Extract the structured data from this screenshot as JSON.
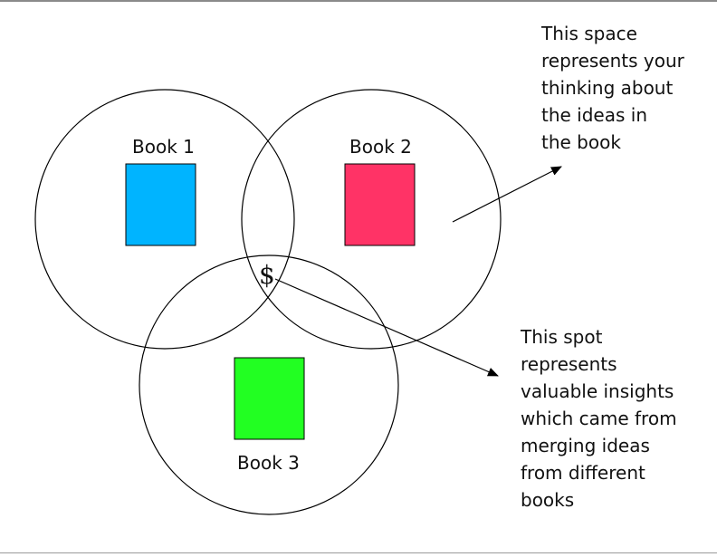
{
  "colors": {
    "book1": "#00b4ff",
    "book2": "#ff3366",
    "book3": "#22ff22",
    "stroke": "#000000"
  },
  "books": [
    {
      "label": "Book 1"
    },
    {
      "label": "Book 2"
    },
    {
      "label": "Book 3"
    }
  ],
  "insight_marker": "$",
  "notes": {
    "thinking_space": [
      "This space",
      "represents your",
      "thinking about",
      "the ideas in",
      "the book"
    ],
    "insight_spot": [
      "This spot",
      "represents",
      "valuable insights",
      "which came from",
      "merging ideas",
      "from different",
      "books"
    ]
  }
}
